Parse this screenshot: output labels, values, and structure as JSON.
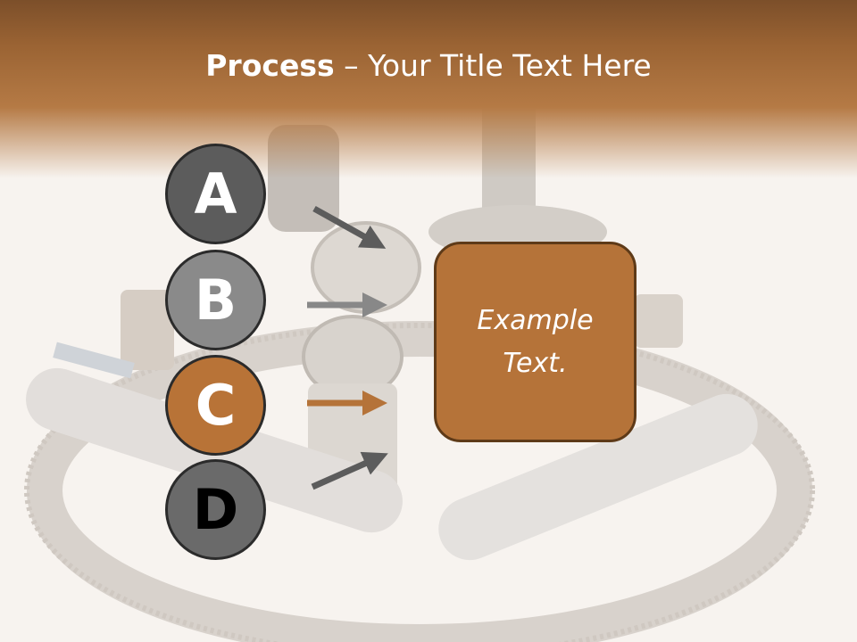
{
  "title": {
    "bold": "Process",
    "rest": " – Your Title Text Here"
  },
  "steps": [
    "A",
    "B",
    "C",
    "D"
  ],
  "box_text": "Example Text.",
  "colors": {
    "header": "#9a6333",
    "accent": "#b57339",
    "dark_gray": "#5c5c5c",
    "light_gray": "#8a8a8a"
  }
}
